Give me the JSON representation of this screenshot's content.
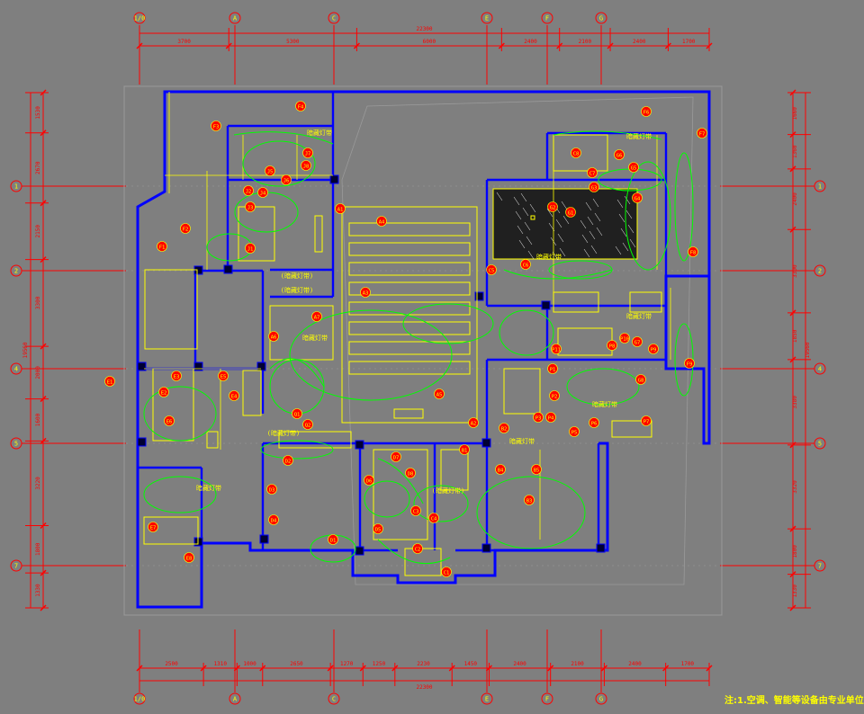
{
  "colors": {
    "background": "#7f7f7f",
    "dimension": "#ff0000",
    "wall": "#0000ff",
    "light_circuit": "#00ff00",
    "fixture": "#ffff00",
    "tag_fill": "#ff0000",
    "tag_text": "#ffff00",
    "grid_line": "#999999"
  },
  "grid": {
    "columns": [
      "1/0",
      "A",
      "C",
      "E",
      "F",
      "G"
    ],
    "rows": [
      "1",
      "2",
      "4",
      "5",
      "7"
    ]
  },
  "dimensions": {
    "top_total": "22300",
    "top_segments": [
      "3700",
      "5300",
      "6000",
      "2400",
      "2100",
      "2400",
      "1700"
    ],
    "bottom_total": "22300",
    "bottom_segments": [
      "2500",
      "1310",
      "1000",
      "2650",
      "1270",
      "1250",
      "2230",
      "1450",
      "2400",
      "2100",
      "2400",
      "1700"
    ],
    "left_total": "19560",
    "left_segments": [
      "1530",
      "2670",
      "2150",
      "3300",
      "2000",
      "1600",
      "3220",
      "1800",
      "1330"
    ],
    "right_total": "19560",
    "right_segments": [
      "1660",
      "1360",
      "2400",
      "3300",
      "1850",
      "3380",
      "3320",
      "1800",
      "1330"
    ]
  },
  "room_labels": [
    "暗藏灯带",
    "暗藏灯带",
    "(暗藏灯带)",
    "(暗藏灯带)",
    "暗藏灯带",
    "暗藏灯带",
    "暗藏灯带",
    "暗藏灯带",
    "暗藏灯带",
    "(暗藏灯带)",
    "暗藏灯带",
    "(暗藏灯带)"
  ],
  "fixture_tags": [
    "F4",
    "F3",
    "F6",
    "J8",
    "J7",
    "J6",
    "J5",
    "J4",
    "J3",
    "J2",
    "J1",
    "A1",
    "A2",
    "A3",
    "A4",
    "A5",
    "A6",
    "A7",
    "F1",
    "F2",
    "F7",
    "F8",
    "F9",
    "E1",
    "E2",
    "E3",
    "E4",
    "E5",
    "E6",
    "E7",
    "E8",
    "D1",
    "D2",
    "D3",
    "D4",
    "D5",
    "D6",
    "D7",
    "D8",
    "C1",
    "C2",
    "C3",
    "C4",
    "C5",
    "C6",
    "C7",
    "C8",
    "B1",
    "B2",
    "B3",
    "B4",
    "B5",
    "G1",
    "G2",
    "G3",
    "G4",
    "G5",
    "G6",
    "G7",
    "G8",
    "P1",
    "P2",
    "P3",
    "P4",
    "P5",
    "P6",
    "P7",
    "P8",
    "P9",
    "P10",
    "P11",
    "Q1",
    "Q2"
  ],
  "note": "注:1.空调、智能等设备由专业单位"
}
